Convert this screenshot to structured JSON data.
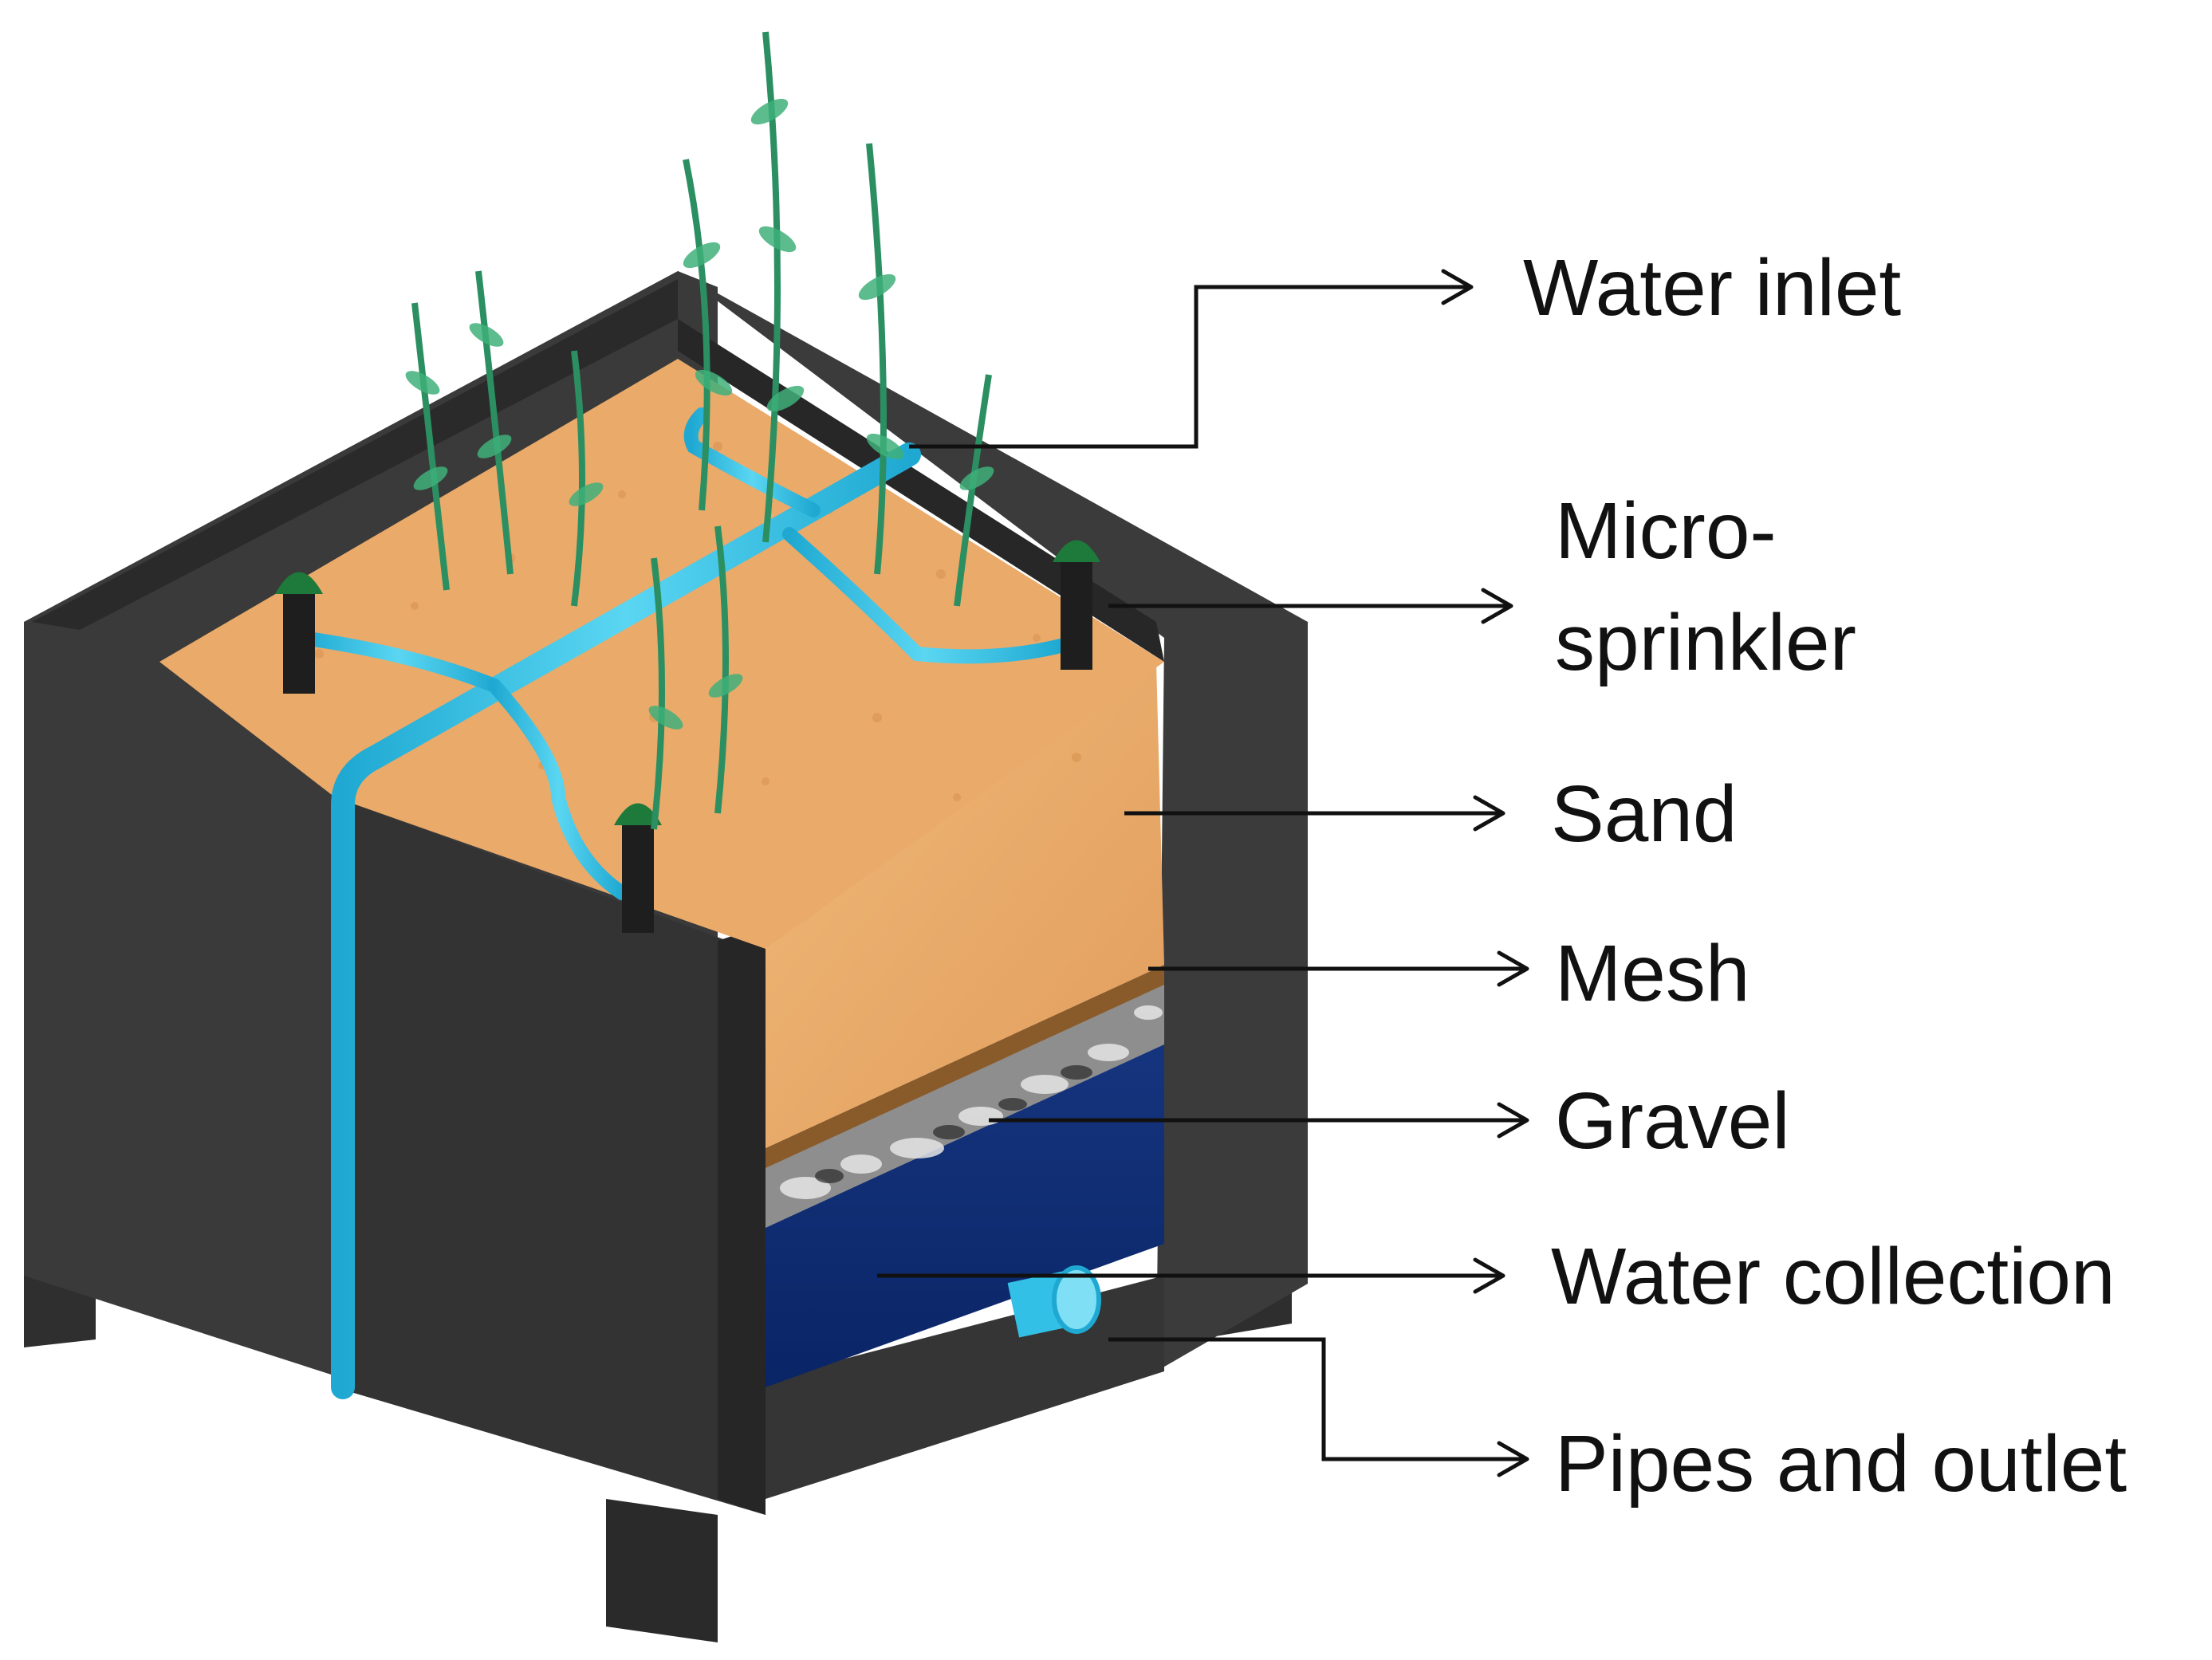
{
  "colors": {
    "box_frame": "#3a3a3a",
    "box_inner": "#2b2b2b",
    "sand": "#e8a969",
    "gravel": "#8d8d8d",
    "water_collection": "#0c2e78",
    "pipe": "#33c0e6",
    "plant": "#3fb07a",
    "sprinkler_cap": "#1d7a3a",
    "text": "#111111"
  },
  "labels": {
    "water_inlet": "Water inlet",
    "micro_sprinkler_line1": "Micro-",
    "micro_sprinkler_line2": "sprinkler",
    "sand": "Sand",
    "mesh": "Mesh",
    "gravel": "Gravel",
    "water_collection": "Water collection",
    "pipes_and_outlet": "Pipes and outlet"
  },
  "icons": [
    "arrow-right-icon",
    "plant-icon",
    "micro-sprinkler-icon",
    "outlet-pipe-icon"
  ]
}
